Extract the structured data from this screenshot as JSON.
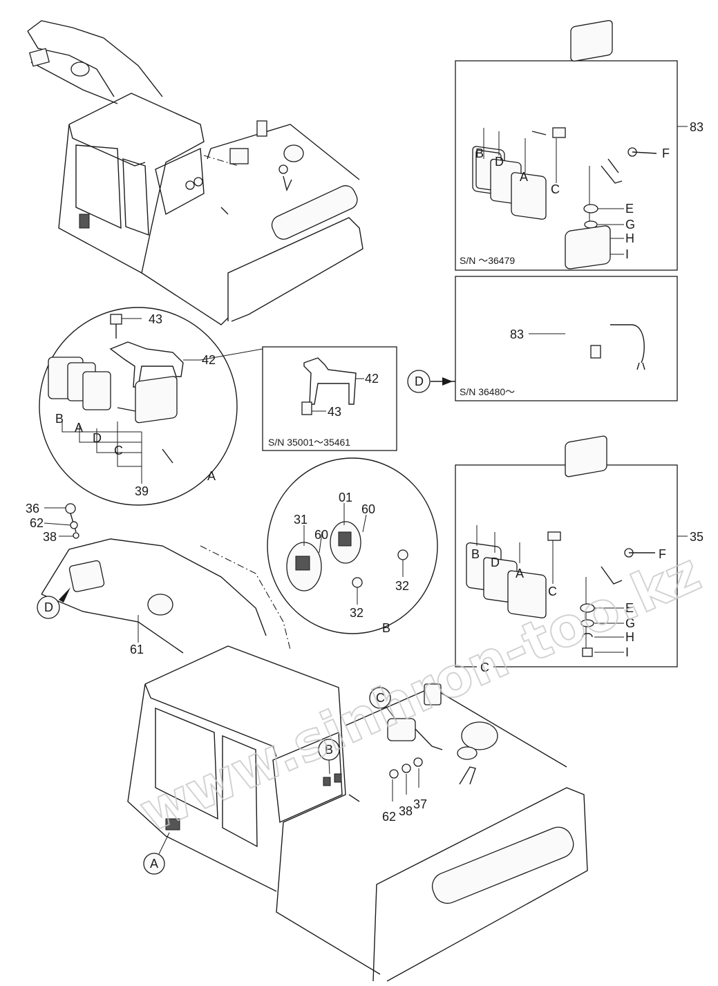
{
  "watermark": "www.sinhron-too.kz",
  "labels": {
    "b_83": "B",
    "d_83": "D",
    "a_83": "A",
    "c_83": "C",
    "f_83": "F",
    "e_83": "E",
    "g_83": "G",
    "h_83": "H",
    "i_83": "I",
    "n_83": "83",
    "b_35": "B",
    "d_35": "D",
    "a_35": "A",
    "c_35": "C",
    "f_35": "F",
    "e_35": "E",
    "g_35": "G",
    "h_35": "H",
    "i_35": "I",
    "n_35": "35",
    "n_83b": "83",
    "a43": "43",
    "a42": "42",
    "aB": "B",
    "aA": "A",
    "aD": "D",
    "aC": "C",
    "a39": "39",
    "aDetail": "A",
    "s42": "42",
    "s43": "43",
    "b31": "31",
    "b01": "01",
    "b60a": "60",
    "b60b": "60",
    "b32a": "32",
    "b32b": "32",
    "bDetail": "B",
    "n36": "36",
    "n62": "62",
    "n38": "38",
    "n61": "61",
    "n62b": "62",
    "n38b": "38",
    "n37": "37",
    "cDetail": "C",
    "callA": "A",
    "callB": "B",
    "callC": "C",
    "callD1": "D",
    "callD2": "D"
  },
  "serials": {
    "upper": "S/N  ～36479",
    "lower": "S/N  36480～",
    "inset": "S/N  35001～35461"
  }
}
